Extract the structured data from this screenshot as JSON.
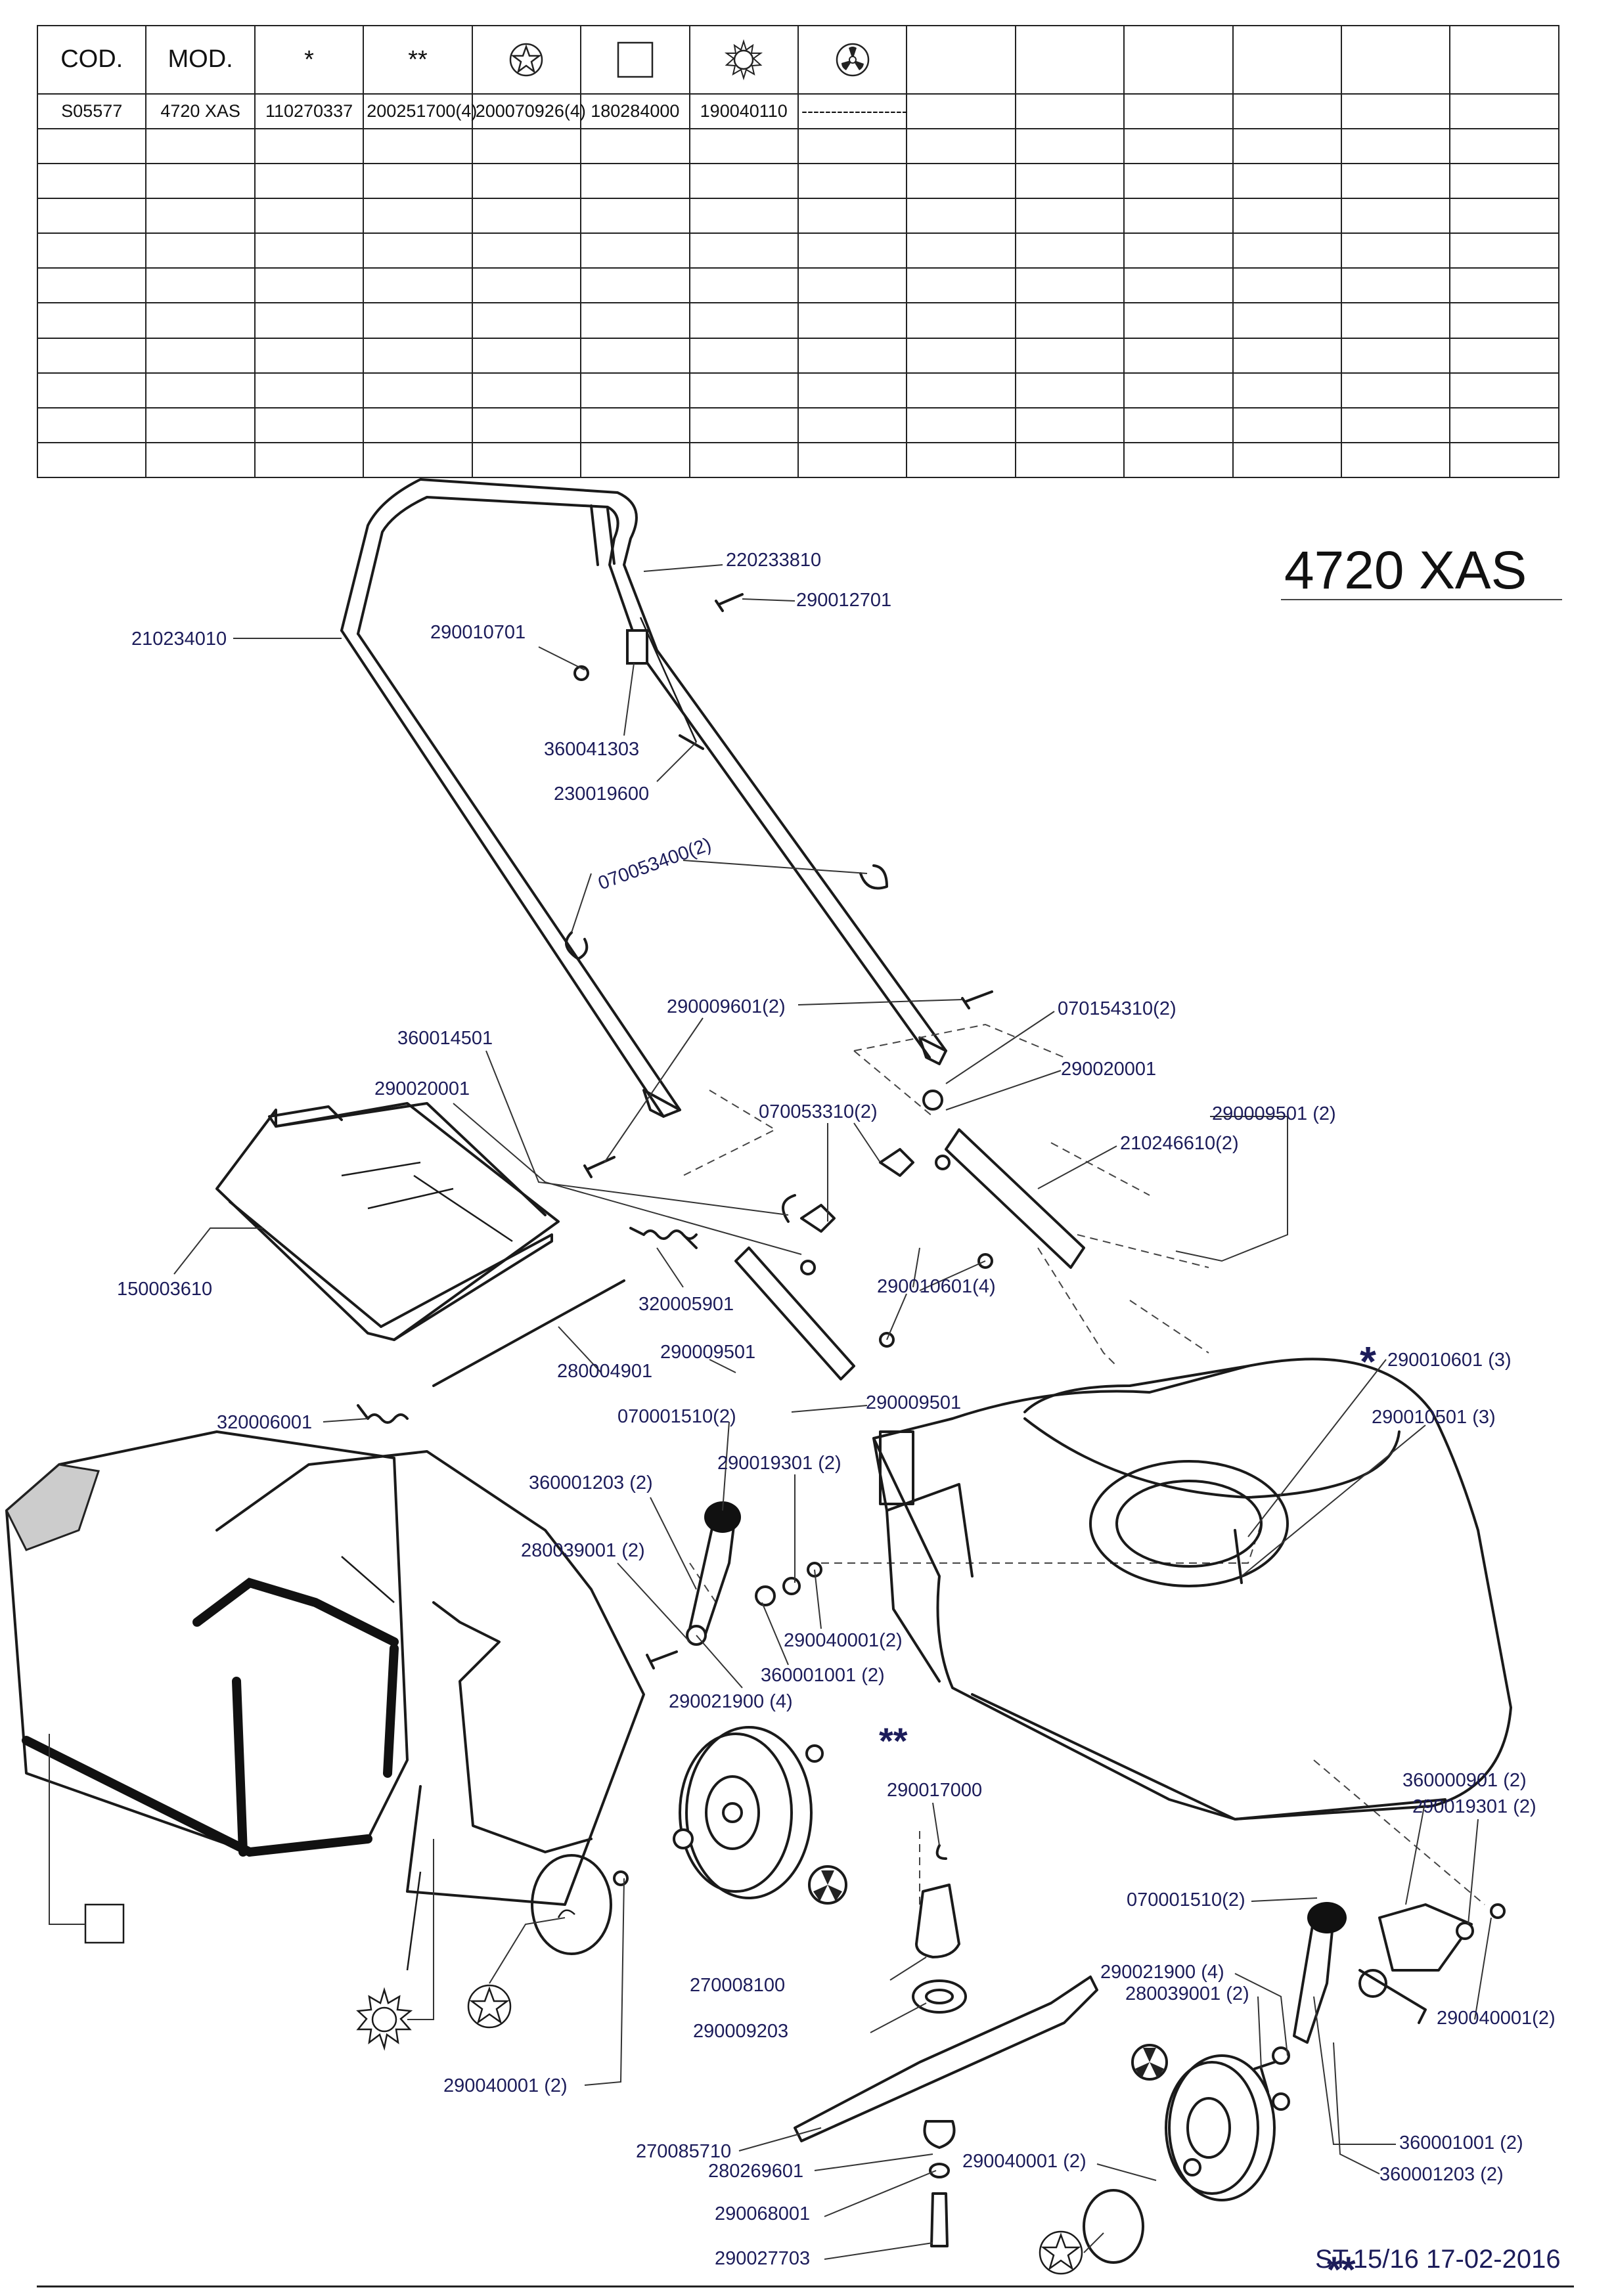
{
  "table": {
    "headers": [
      {
        "type": "text",
        "value": "COD."
      },
      {
        "type": "text",
        "value": "MOD."
      },
      {
        "type": "text",
        "value": "*"
      },
      {
        "type": "text",
        "value": "**"
      },
      {
        "type": "icon",
        "value": "star-in-circle-icon"
      },
      {
        "type": "icon",
        "value": "square-icon"
      },
      {
        "type": "icon",
        "value": "sun-gear-icon"
      },
      {
        "type": "icon",
        "value": "three-blade-fan-icon"
      },
      {
        "type": "text",
        "value": ""
      },
      {
        "type": "text",
        "value": ""
      },
      {
        "type": "text",
        "value": ""
      },
      {
        "type": "text",
        "value": ""
      },
      {
        "type": "text",
        "value": ""
      },
      {
        "type": "text",
        "value": ""
      }
    ],
    "rows": [
      [
        "S05577",
        "4720 XAS",
        "110270337",
        "200251700(4)",
        "200070926(4)",
        "180284000",
        "190040110",
        "------------------",
        "",
        "",
        "",
        "",
        "",
        ""
      ]
    ],
    "empty_rows": 10
  },
  "model_title": "4720 XAS",
  "footer_ref": "ST.15/16  17-02-2016",
  "labels": {
    "p220233810": "220233810",
    "p290012701": "290012701",
    "p210234010": "210234010",
    "p290010701": "290010701",
    "p360041303": "360041303",
    "p230019600": "230019600",
    "p070053400": "070053400(2)",
    "p290009601": "290009601(2)",
    "p070154310": "070154310(2)",
    "p360014501": "360014501",
    "p290020001a": "290020001",
    "p290020001b": "290020001",
    "p070053310": "070053310(2)",
    "p290009501_2": "290009501 (2)",
    "p210246610": "210246610(2)",
    "p150003610": "150003610",
    "p320005901": "320005901",
    "p290010601_4": "290010601(4)",
    "p280004901": "280004901",
    "p290009501a": "290009501",
    "p290009501b": "290009501",
    "p320006001": "320006001",
    "p070001510a": "070001510(2)",
    "p290010601_3": "290010601 (3)",
    "p290010501": "290010501 (3)",
    "p290019301a": "290019301 (2)",
    "p360001203a": "360001203 (2)",
    "p280039001a": "280039001 (2)",
    "p290040001a": "290040001(2)",
    "p360001001a": "360001001 (2)",
    "p290021900a": "290021900 (4)",
    "p290017000": "290017000",
    "p360000901": "360000901 (2)",
    "p290019301b": "290019301 (2)",
    "p270008100": "270008100",
    "p070001510b": "070001510(2)",
    "p290021900b": "290021900 (4)",
    "p280039001b": "280039001 (2)",
    "p290009203": "290009203",
    "p290040001b": "290040001(2)",
    "p290040001c": "290040001 (2)",
    "p270085710": "270085710",
    "p280269601": "280269601",
    "p290040001d": "290040001 (2)",
    "p360001001b": "360001001 (2)",
    "p360001203b": "360001203 (2)",
    "p290068001": "290068001",
    "p290027703": "290027703",
    "mark_star_single": "*",
    "mark_star_double_a": "**",
    "mark_star_double_b": "**"
  }
}
